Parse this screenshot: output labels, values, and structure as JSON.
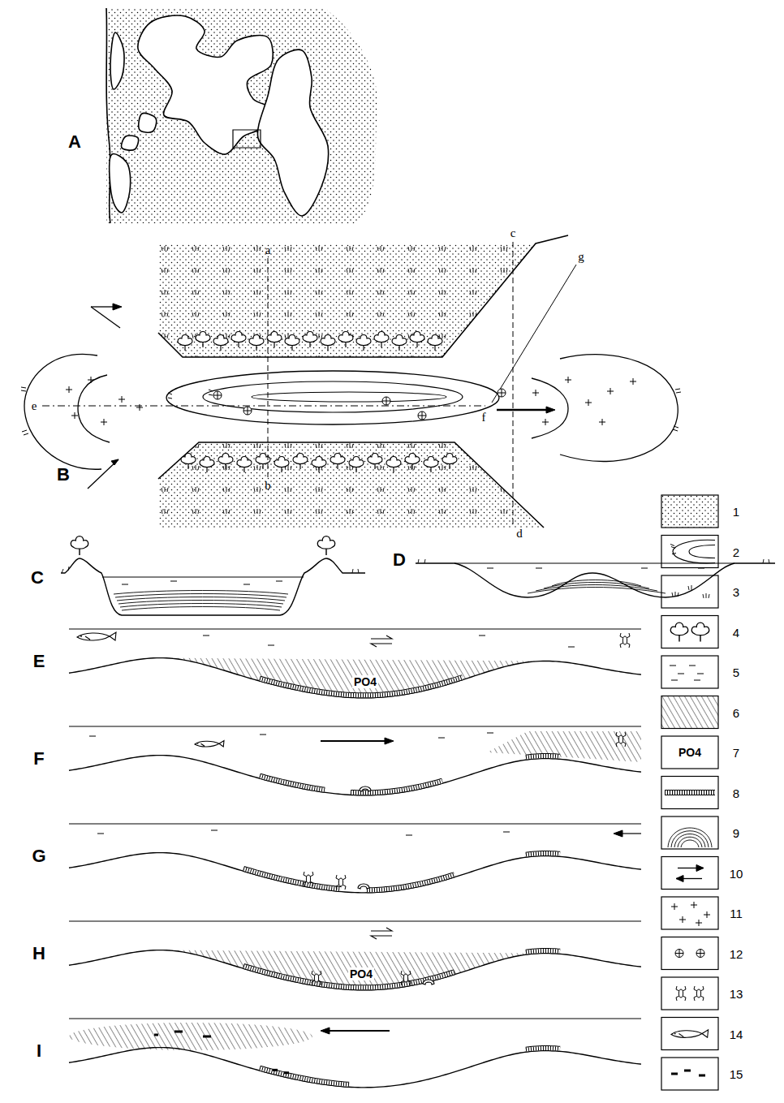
{
  "diagram": {
    "labels": [
      "A",
      "B",
      "a",
      "b",
      "c",
      "d",
      "e",
      "f",
      "g",
      "C",
      "D",
      "E",
      "F",
      "G",
      "H",
      "I",
      "PO4",
      "PO4",
      "PO4"
    ],
    "legend": [
      {
        "text": "1"
      },
      {
        "text": "2"
      },
      {
        "text": "3"
      },
      {
        "text": "4"
      },
      {
        "text": "5"
      },
      {
        "text": "6"
      },
      {
        "text": "7"
      },
      {
        "text": "8"
      },
      {
        "text": "9"
      },
      {
        "text": "10"
      },
      {
        "text": "11"
      },
      {
        "text": "12"
      },
      {
        "text": "13"
      },
      {
        "text": "14"
      },
      {
        "text": "15"
      }
    ]
  }
}
